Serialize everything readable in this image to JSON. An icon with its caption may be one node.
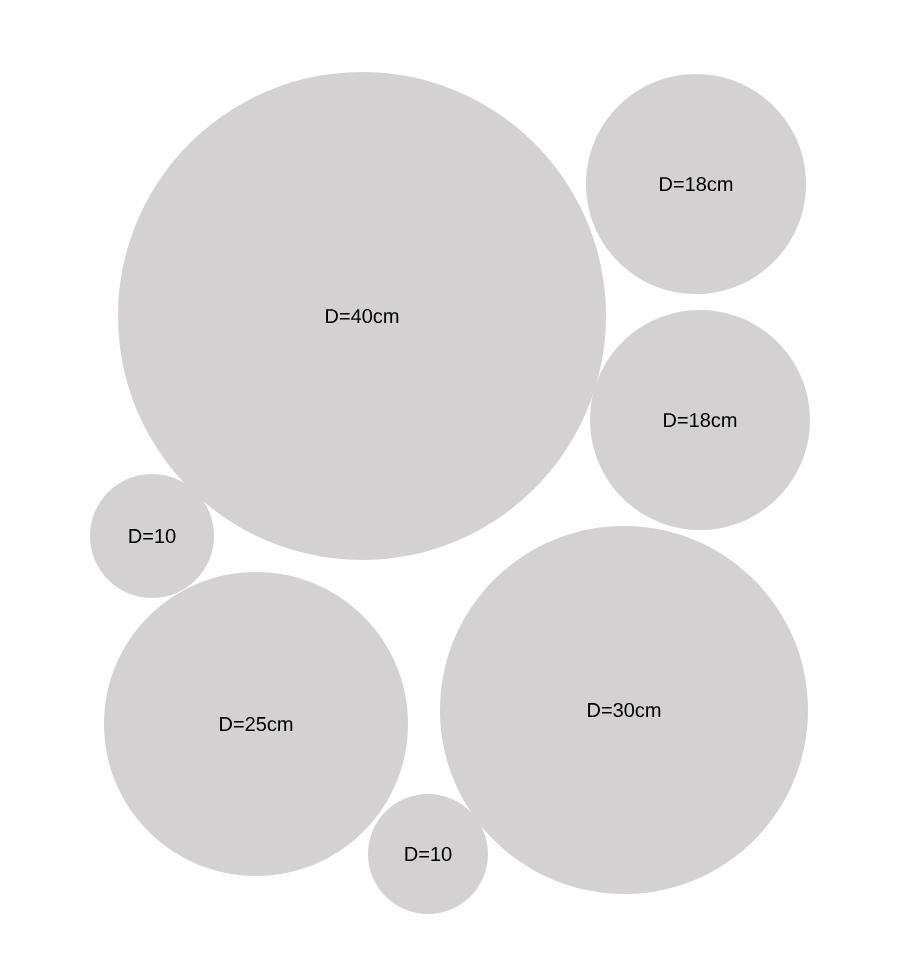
{
  "diagram": {
    "nodes": [
      {
        "text": [
          "D=18cm"
        ]
      },
      {
        "text": [
          "D=40cm"
        ]
      },
      {
        "text": [
          "D=18cm"
        ]
      },
      {
        "text": [
          "D=10"
        ]
      },
      {
        "text": [
          "D=30cm"
        ]
      },
      {
        "text": [
          "D=25cm"
        ]
      },
      {
        "text": [
          "D=10"
        ]
      }
    ]
  }
}
